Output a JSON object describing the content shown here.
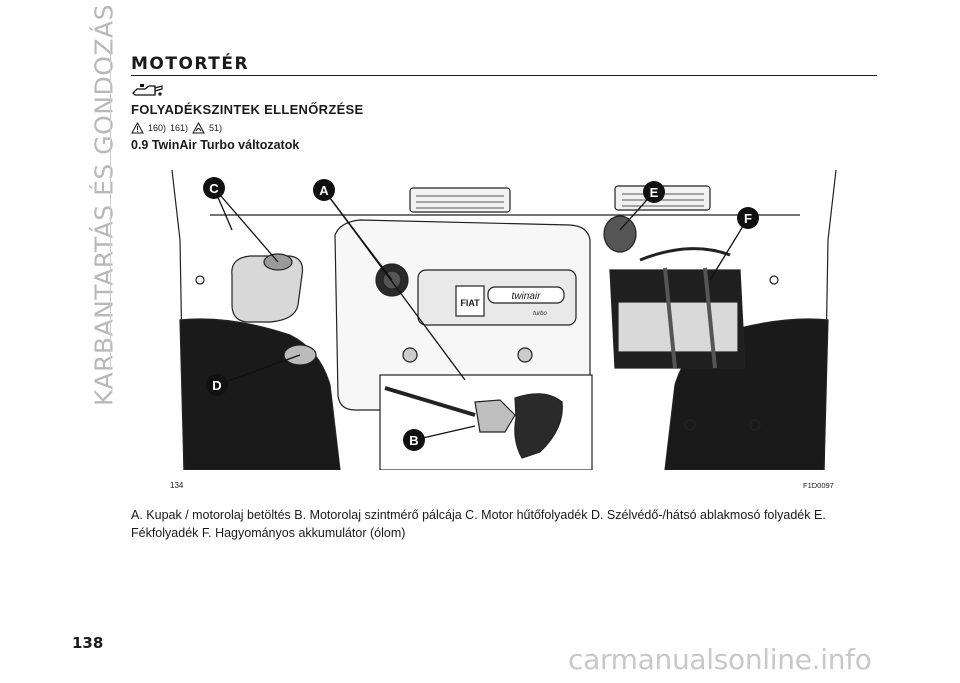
{
  "side_title": "KARBANTARTÁS ÉS GONDOZÁS",
  "section_title": "MOTORTÉR",
  "icon": "engine-oil-icon",
  "subsection_title": "FOLYADÉKSZINTEK ELLENŐRZÉSE",
  "references": [
    "160)",
    "161)",
    "51)"
  ],
  "warning_icons": [
    "warning-triangle-icon",
    "environment-icon"
  ],
  "variant_title": "0.9 TwinAir Turbo változatok",
  "figure": {
    "number": "134",
    "code": "F1D0097",
    "callouts": [
      "A",
      "B",
      "C",
      "D",
      "E",
      "F"
    ],
    "logo_text": "FIAT",
    "badge_text": "twinair",
    "badge_sub": "turbo"
  },
  "caption": "A. Kupak / motorolaj betöltés B. Motorolaj szintmérő pálcája C. Motor hűtőfolyadék D. Szélvédő-/hátsó ablakmosó folyadék E. Fékfolyadék F. Hagyományos akkumulátor (ólom)",
  "page_number": "138",
  "watermark": "carmanualsonline.info"
}
